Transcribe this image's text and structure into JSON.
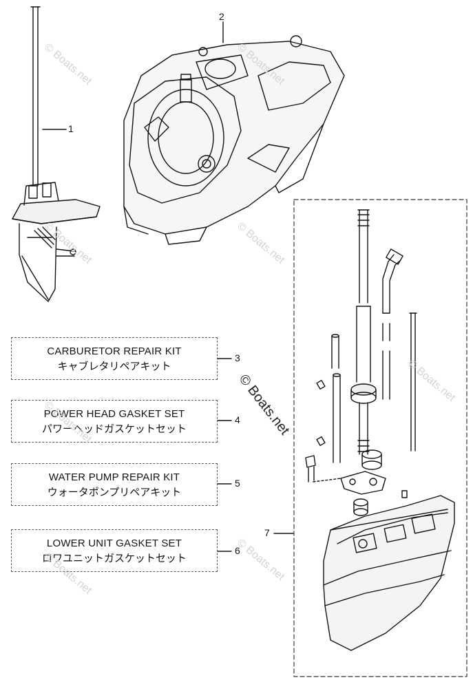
{
  "callouts": {
    "c1": "1",
    "c2": "2",
    "c3": "3",
    "c4": "4",
    "c5": "5",
    "c6": "6",
    "c7": "7"
  },
  "kits": [
    {
      "en": "CARBURETOR REPAIR KIT",
      "ja": "キャブレタリペアキット"
    },
    {
      "en": "POWER HEAD GASKET SET",
      "ja": "パワーヘッドガスケットセット"
    },
    {
      "en": "WATER PUMP REPAIR KIT",
      "ja": "ウォータポンプリペアキット"
    },
    {
      "en": "LOWER UNIT GASKET SET",
      "ja": "ロワユニットガスケットセット"
    }
  ],
  "watermark": {
    "main": "© Boats.net",
    "faint": "© Boats.net"
  }
}
